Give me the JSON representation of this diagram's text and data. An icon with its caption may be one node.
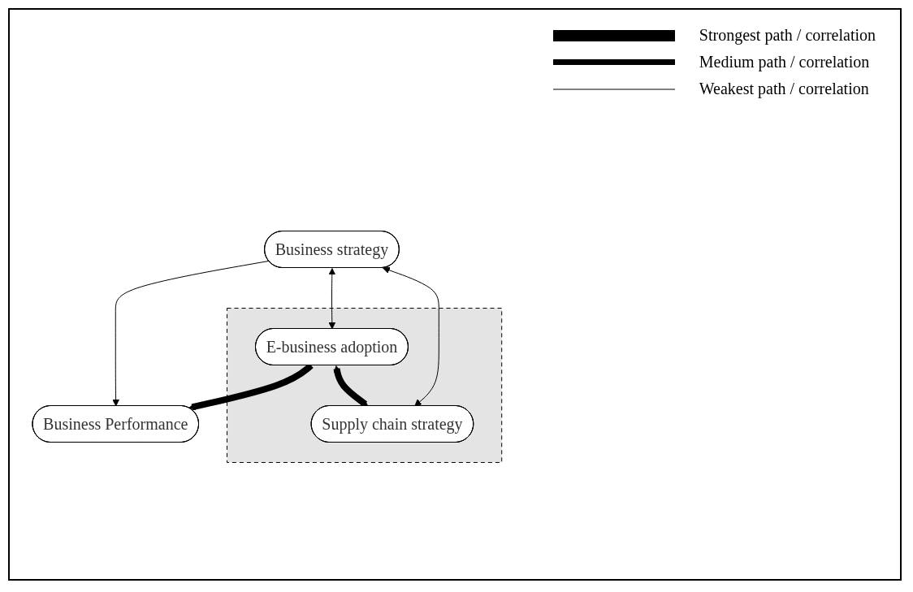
{
  "diagram": {
    "nodes": [
      {
        "text": [
          "Business strategy"
        ]
      },
      {
        "text": [
          "Business Performance"
        ]
      },
      {
        "text": [],
        "shape": "box"
      },
      {
        "text": [
          "E-business adoption"
        ],
        "in": 2
      },
      {
        "text": [
          "Supply chain strategy"
        ],
        "in": 2
      }
    ],
    "edges": [
      {
        "from": 0,
        "to": 1,
        "arrow": "to"
      },
      {
        "from": 0,
        "to": 3,
        "arrow": "both"
      },
      {
        "from": 3,
        "to": 1,
        "arrow": "to",
        "style": "thick"
      },
      {
        "from": 3,
        "to": 4,
        "arrow": "both",
        "style": "thick"
      },
      {
        "from": 0,
        "to": 4,
        "arrow": "both"
      }
    ],
    "legend": [
      {
        "text": "Strongest path / correlation"
      },
      {
        "text": "Medium path / correlation"
      },
      {
        "text": "Weakest path / correlation"
      }
    ]
  }
}
